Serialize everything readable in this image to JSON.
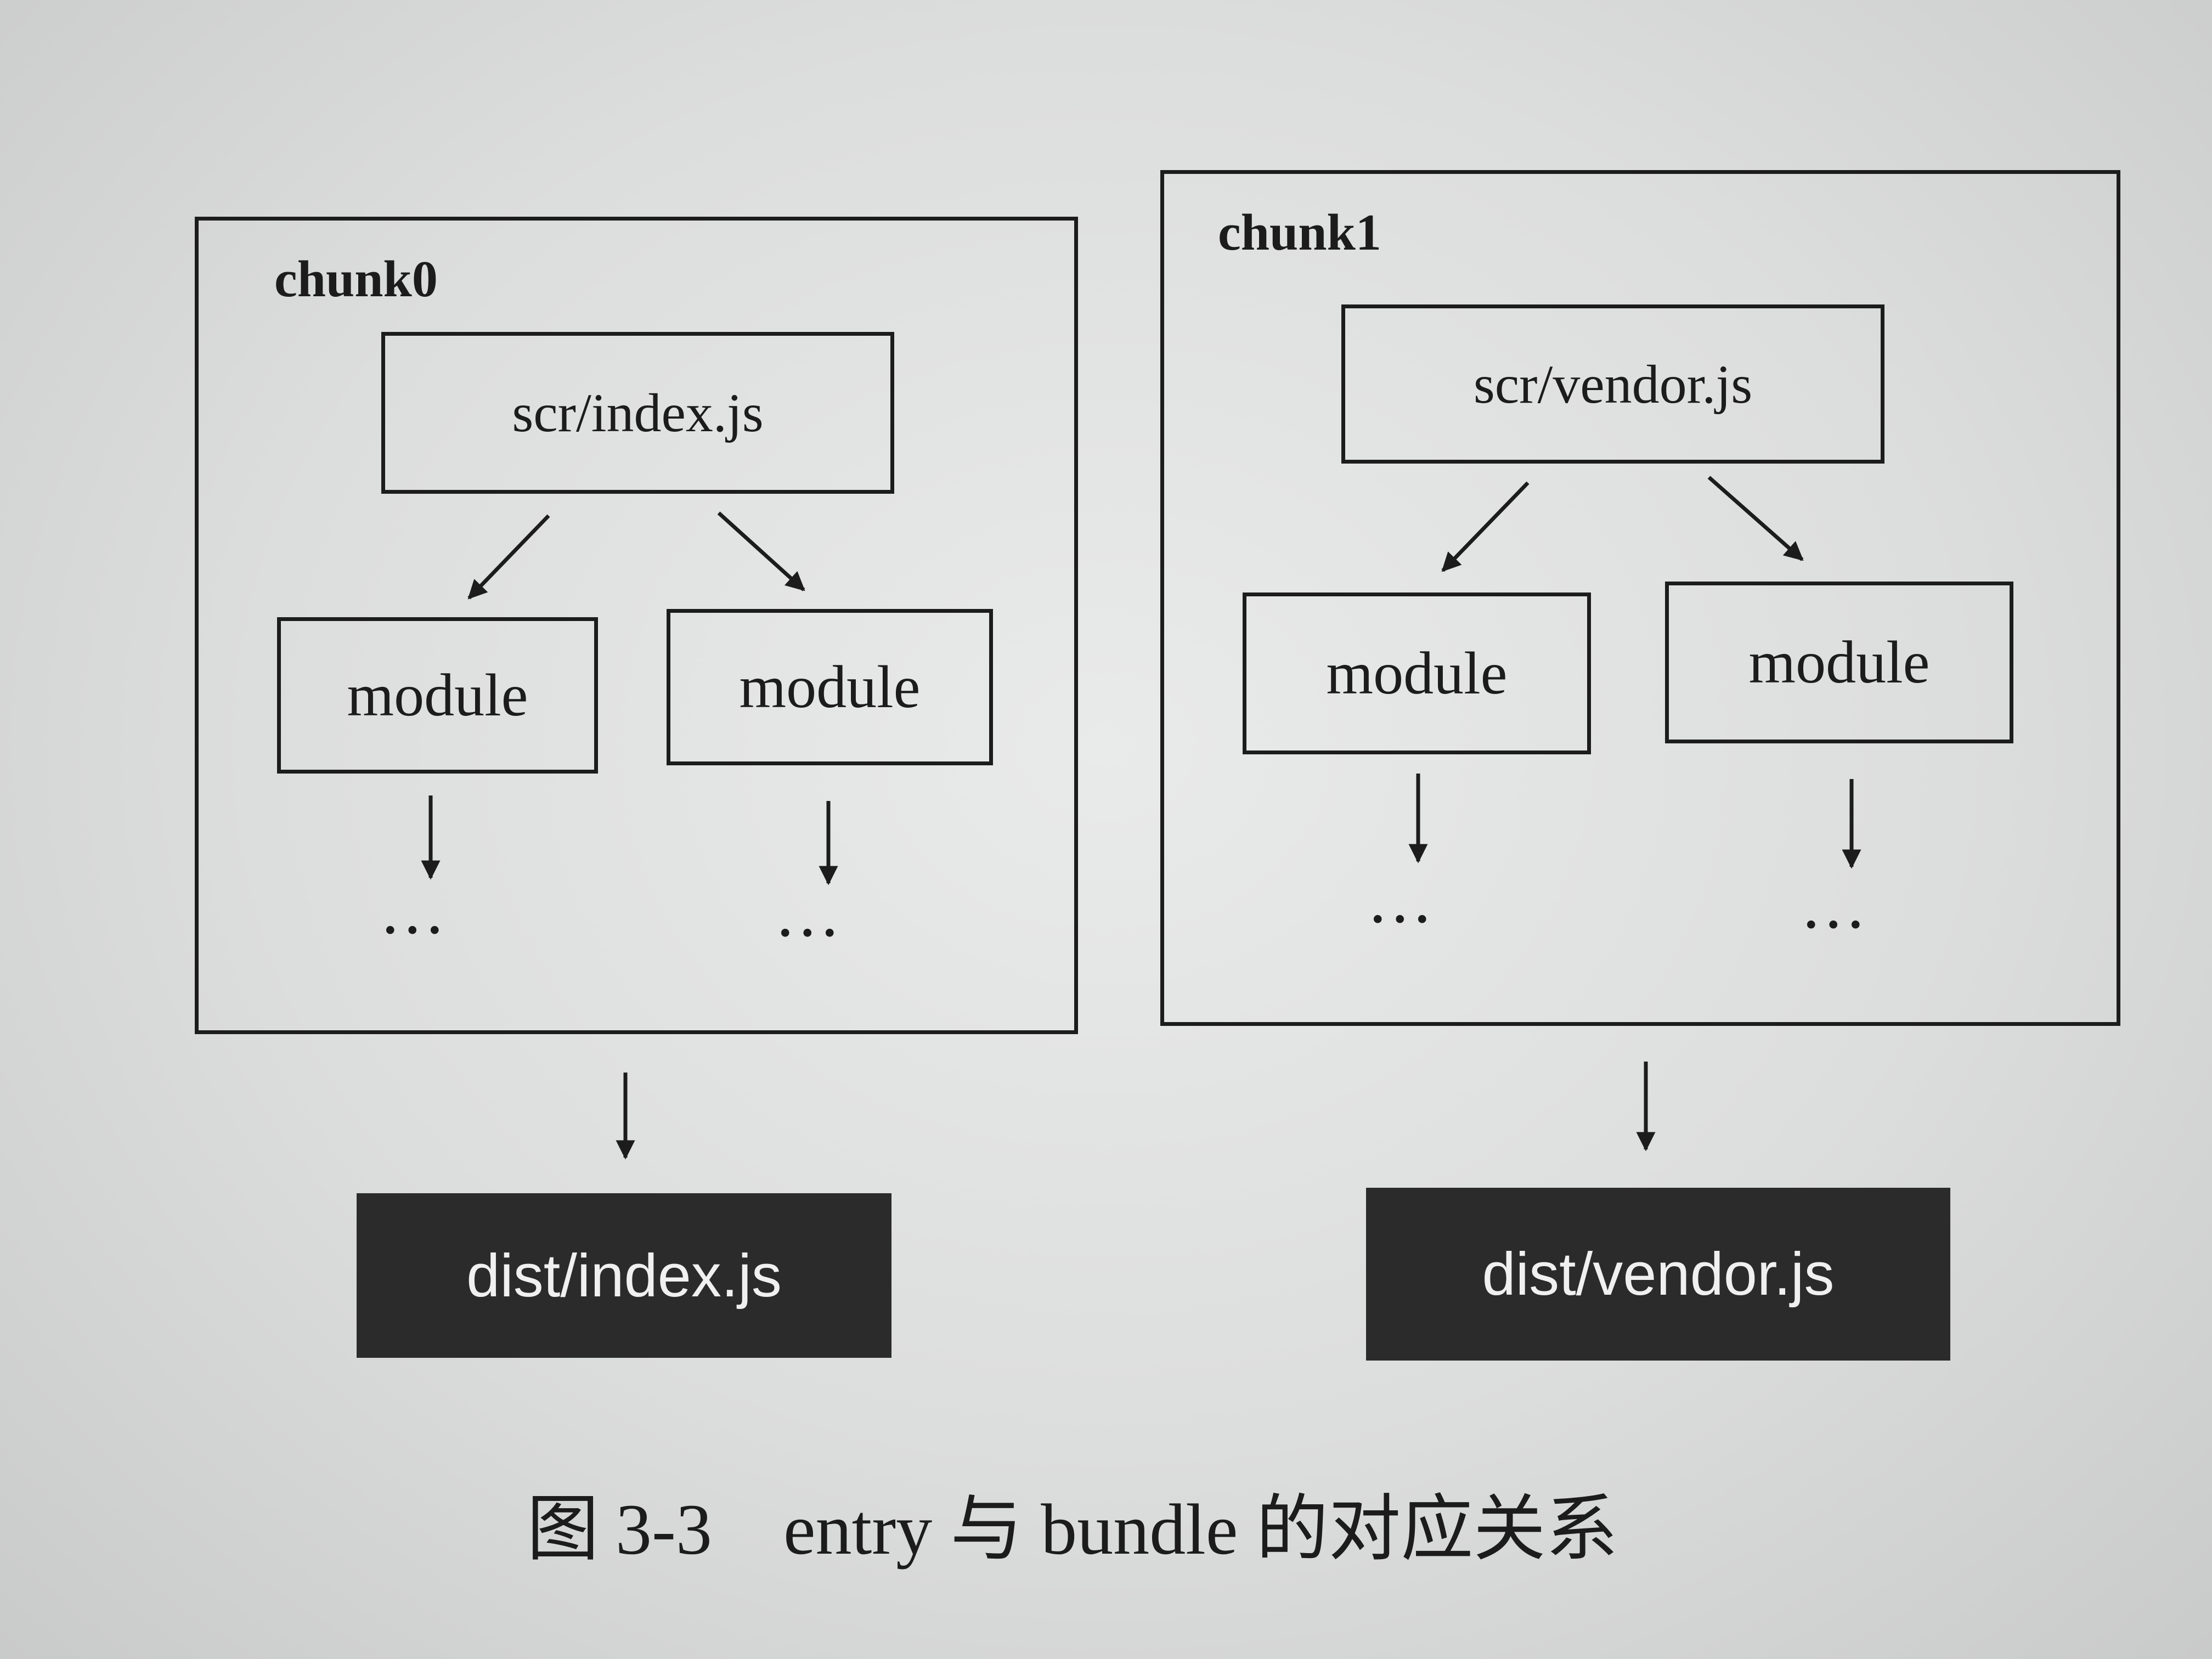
{
  "chunks": [
    {
      "label": "chunk0",
      "entry": "scr/index.js",
      "modules": [
        "module",
        "module"
      ],
      "ellipsis": "...",
      "output": "dist/index.js"
    },
    {
      "label": "chunk1",
      "entry": "scr/vendor.js",
      "modules": [
        "module",
        "module"
      ],
      "ellipsis": "...",
      "output": "dist/vendor.js"
    }
  ],
  "caption": {
    "figure_mark": "图",
    "number": "3-3",
    "text": "entry 与 bundle 的对应关系"
  },
  "colors": {
    "ink": "#1c1c1c",
    "dist_fill": "#2b2b2b",
    "dist_text": "#f0f0f0",
    "paper": "#dcdddd"
  }
}
